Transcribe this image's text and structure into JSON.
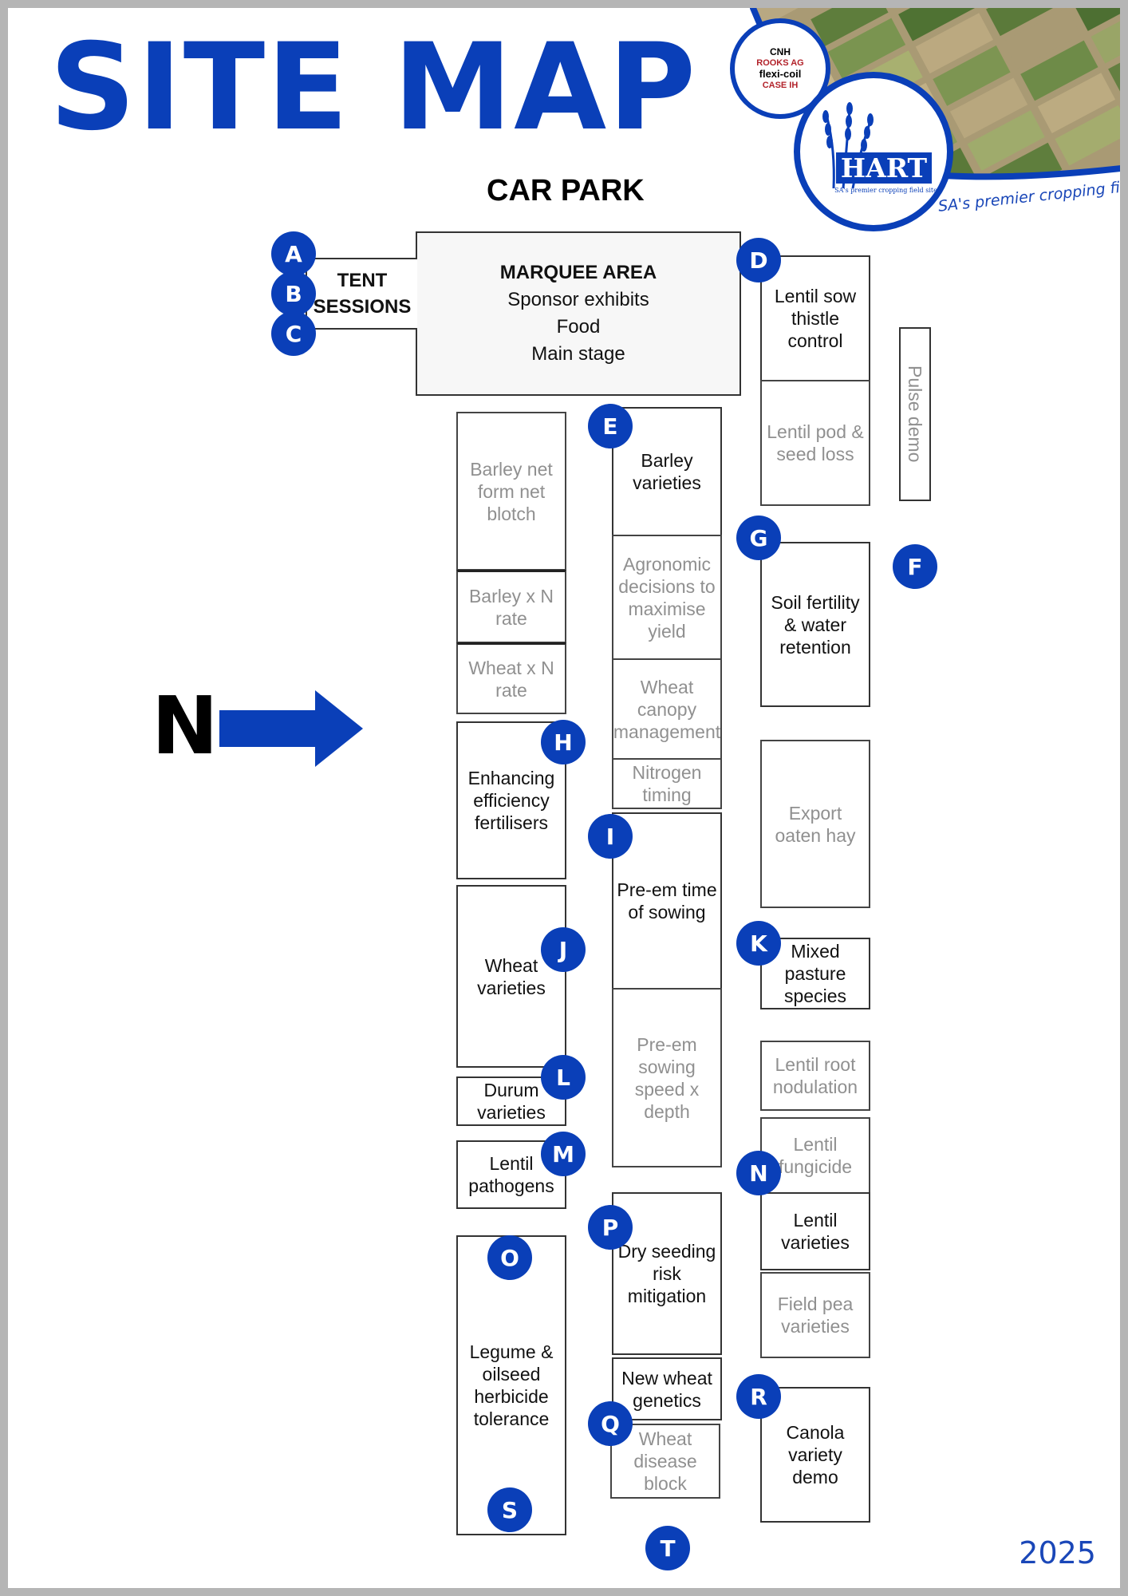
{
  "title": "SITE MAP",
  "car_park_label": "CAR PARK",
  "north_label": "N",
  "year": "2025",
  "branding": {
    "sponsors": [
      "CNH",
      "ROOKS AG",
      "flexi-coil",
      "CASE IH"
    ],
    "hart_logo": "HART",
    "hart_subtitle": "SA's premier cropping field site",
    "tagline": "SA's premier cropping field site",
    "brand_color": "#0a3fb8"
  },
  "marquee": {
    "heading": "MARQUEE AREA",
    "lines": [
      "Sponsor exhibits",
      "Food",
      "Main stage"
    ]
  },
  "tent_sessions": "TENT\nSESSIONS",
  "plots": {
    "lentil_sow_thistle": "Lentil sow thistle control",
    "lentil_pod_seed_loss": "Lentil pod & seed loss",
    "pulse_demo": "Pulse demo",
    "barley_net_form": "Barley net form net blotch",
    "barley_x_n": "Barley x N rate",
    "wheat_x_n": "Wheat x N rate",
    "barley_varieties": "Barley varieties",
    "agronomic_decisions": "Agronomic decisions to maximise yield",
    "wheat_canopy": "Wheat canopy management",
    "nitrogen_timing": "Nitrogen timing",
    "soil_fertility": "Soil fertility & water retention",
    "export_oaten_hay": "Export oaten hay",
    "enhancing_efficiency": "Enhancing efficiency fertilisers",
    "pre_em_time": "Pre-em time of sowing",
    "pre_em_speed": "Pre-em sowing speed x depth",
    "wheat_varieties": "Wheat varieties",
    "mixed_pasture": "Mixed pasture species",
    "durum_varieties": "Durum varieties",
    "lentil_root": "Lentil root nodulation",
    "lentil_pathogens": "Lentil pathogens",
    "lentil_fungicide": "Lentil fungicide",
    "lentil_varieties": "Lentil varieties",
    "dry_seeding": "Dry seeding risk mitigation",
    "field_pea": "Field pea varieties",
    "legume_oilseed": "Legume & oilseed herbicide tolerance",
    "new_wheat_genetics": "New wheat genetics",
    "wheat_disease_block": "Wheat disease block",
    "canola_variety": "Canola variety demo"
  },
  "markers": [
    "A",
    "B",
    "C",
    "D",
    "E",
    "F",
    "G",
    "H",
    "I",
    "J",
    "K",
    "L",
    "M",
    "N",
    "O",
    "P",
    "Q",
    "R",
    "S",
    "T"
  ]
}
